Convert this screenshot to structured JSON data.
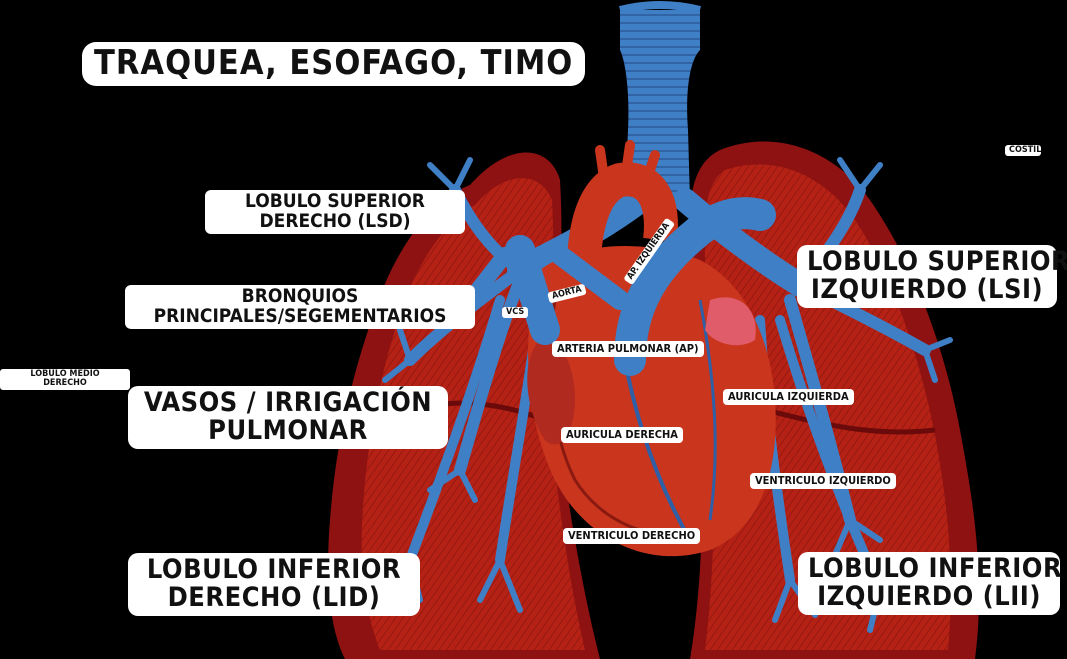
{
  "labels": {
    "title": "Traquea, esofago, timo",
    "costillas": "Costil",
    "lsd": [
      "Lobulo superior",
      "derecho (LSD)"
    ],
    "bronquios": [
      "Bronquios",
      "principales/segementarios"
    ],
    "medio": [
      "Lobulo medio",
      "derecho"
    ],
    "vasos": [
      "Vasos / irrigación",
      "pulmonar"
    ],
    "lid": [
      "Lobulo inferior",
      "derecho (LID)"
    ],
    "lsi": [
      "Lobulo superior",
      "izquierdo (LSI)"
    ],
    "lii": [
      "Lobulo inferior",
      "izquierdo (LII)"
    ],
    "vcs": "VCS",
    "aorta": "Aorta",
    "ap_izq": "AP. Izquierda",
    "arteria_pulmonar": "Arteria pulmonar (AP)",
    "auricula_izq": "Auricula izquierda",
    "auricula_der": "Auricula derecha",
    "ventriculo_izq": "Ventriculo izquierdo",
    "ventriculo_der": "Ventriculo derecho"
  },
  "colors": {
    "background": "#000000",
    "lung_tissue": "#8e1212",
    "lung_inner": "#b52215",
    "vessels_blue": "#3f7fc6",
    "heart_red": "#c9351d",
    "label_bg": "#ffffff"
  }
}
